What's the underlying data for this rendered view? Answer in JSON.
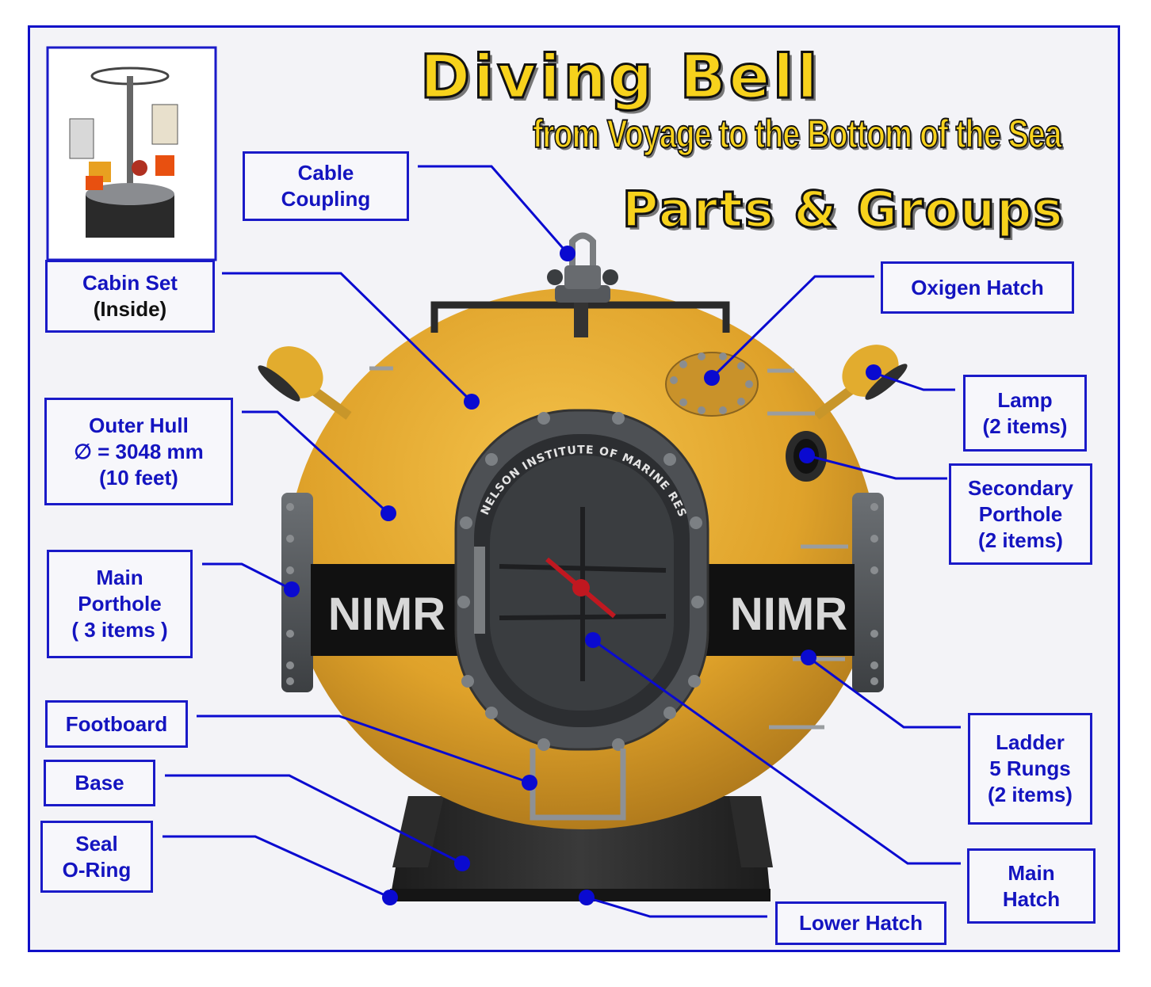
{
  "title": {
    "main": "Diving Bell",
    "subtitle": "from Voyage to the Bottom of the Sea",
    "section": "Parts & Groups"
  },
  "bell": {
    "band_text_left": "NIMR",
    "band_text_right": "NIMR",
    "hatch_ring_text": "NELSON INSTITUTE OF MARINE RESEARCH"
  },
  "labels": {
    "cabin_set": {
      "line1": "Cabin Set",
      "line2": "(Inside)"
    },
    "cable_coupling": {
      "line1": "Cable",
      "line2": "Coupling"
    },
    "oxigen_hatch": {
      "line1": "Oxigen Hatch"
    },
    "lamp": {
      "line1": "Lamp",
      "line2": "(2 items)"
    },
    "secondary_porthole": {
      "line1": "Secondary",
      "line2": "Porthole",
      "line3": "(2 items)"
    },
    "outer_hull": {
      "line1": "Outer Hull",
      "line2": "∅ = 3048 mm",
      "line3": "(10 feet)"
    },
    "main_porthole": {
      "line1": "Main",
      "line2": "Porthole",
      "line3": "( 3 items )"
    },
    "footboard": {
      "line1": "Footboard"
    },
    "base": {
      "line1": "Base"
    },
    "seal_o_ring": {
      "line1": "Seal",
      "line2": "O-Ring"
    },
    "ladder": {
      "line1": "Ladder",
      "line2": "5 Rungs",
      "line3": "(2 items)"
    },
    "main_hatch": {
      "line1": "Main",
      "line2": "Hatch"
    },
    "lower_hatch": {
      "line1": "Lower Hatch"
    }
  },
  "colors": {
    "label_border": "#1a1ac8",
    "label_text": "#1414c0",
    "title_fill": "#f7d21c",
    "hull": "#e0a82a",
    "band": "#111111",
    "metal": "#55585c",
    "leader": "#0a0ad0"
  }
}
